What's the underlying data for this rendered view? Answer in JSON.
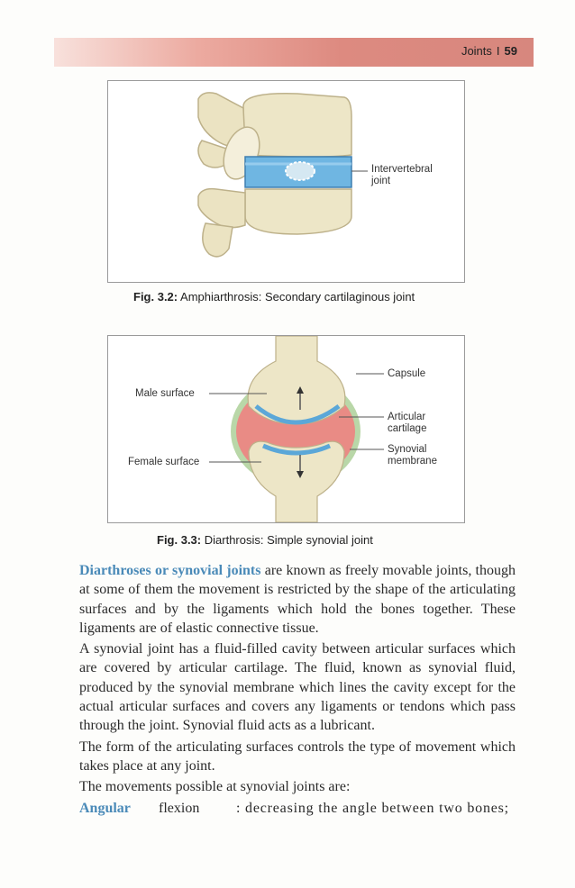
{
  "header": {
    "running_title": "Joints",
    "separator": "I",
    "page_number": "59"
  },
  "figure1": {
    "label": "Intervertebral joint",
    "label_line1": "Intervertebral",
    "label_line2": "joint",
    "caption_number": "Fig. 3.2:",
    "caption_text": "Amphiarthrosis: Secondary cartilaginous joint"
  },
  "figure2": {
    "labels": {
      "male_surface": "Male surface",
      "female_surface": "Female surface",
      "capsule": "Capsule",
      "articular_cartilage_line1": "Articular",
      "articular_cartilage_line2": "cartilage",
      "synovial_membrane_line1": "Synovial",
      "synovial_membrane_line2": "membrane"
    },
    "caption_number": "Fig. 3.3:",
    "caption_text": "Diarthrosis: Simple synovial joint"
  },
  "body": {
    "p1_term": "Diarthroses or synovial joints",
    "p1_rest": " are known as freely movable joints, though at some of them the movement is restricted by the shape of the articulating surfaces and by the ligaments which hold the bones together. These ligaments are of elastic connective tissue.",
    "p2": "A synovial joint has a fluid-filled cavity between articular surfaces which are covered by articular cartilage. The fluid, known as synovial fluid, produced by the synovial membrane which lines the cavity except for the actual articular surfaces and covers any ligaments or tendons which pass through the joint. Synovial fluid acts as a lubricant.",
    "p3": "The form of the articulating surfaces controls the type of movement which takes place at any joint.",
    "p4": "The movements possible at synovial joints are:",
    "movement": {
      "category": "Angular",
      "name": "flexion",
      "definition": ": decreasing the angle between two bones;"
    }
  },
  "colors": {
    "accent_blue": "#4a8ab8",
    "header_band": "#dd8a80",
    "cartilage_blue": "#5ba7d8",
    "cavity_red": "#e98b85",
    "capsule_green": "#b9d7a8",
    "bone": "#ede6c7"
  }
}
